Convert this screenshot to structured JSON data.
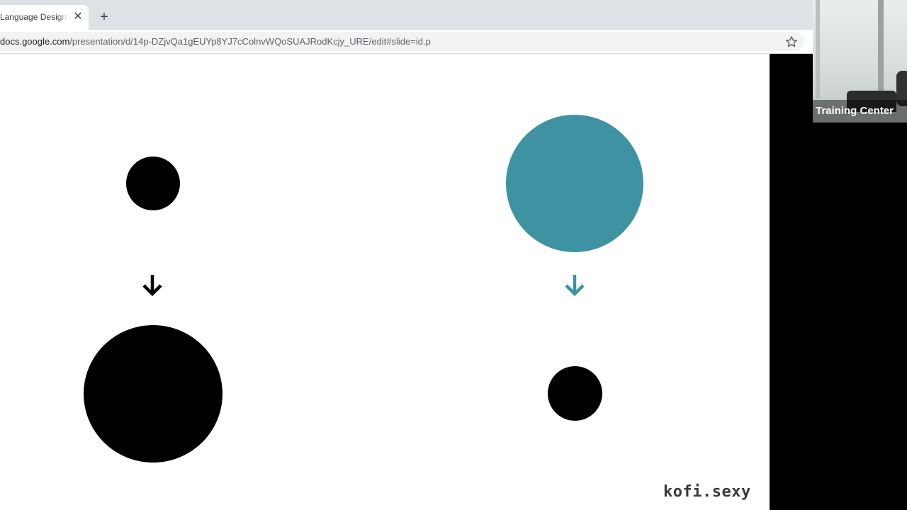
{
  "browser": {
    "tab": {
      "title": "Language Design",
      "close_icon": "close-icon"
    },
    "new_tab_icon": "plus-icon",
    "address_bar": {
      "host": "docs.google.com",
      "path": "/presentation/d/14p-DZjvQa1gEUYp8YJ7cColnvWQoSUAJRodKcjy_URE/edit#slide=id.p",
      "bookmark_icon": "star-icon"
    }
  },
  "slide": {
    "left_column": {
      "top_circle": {
        "color": "#000000"
      },
      "arrow": {
        "icon": "arrow-down-icon",
        "color": "#000000"
      },
      "bottom_circle": {
        "color": "#000000"
      }
    },
    "right_column": {
      "top_circle": {
        "color": "#3f92a1"
      },
      "arrow": {
        "icon": "arrow-down-icon",
        "color": "#3f92a1"
      },
      "bottom_circle": {
        "color": "#000000"
      }
    },
    "watermark": "kofi.sexy"
  },
  "video_tile": {
    "label": "Training Center"
  }
}
